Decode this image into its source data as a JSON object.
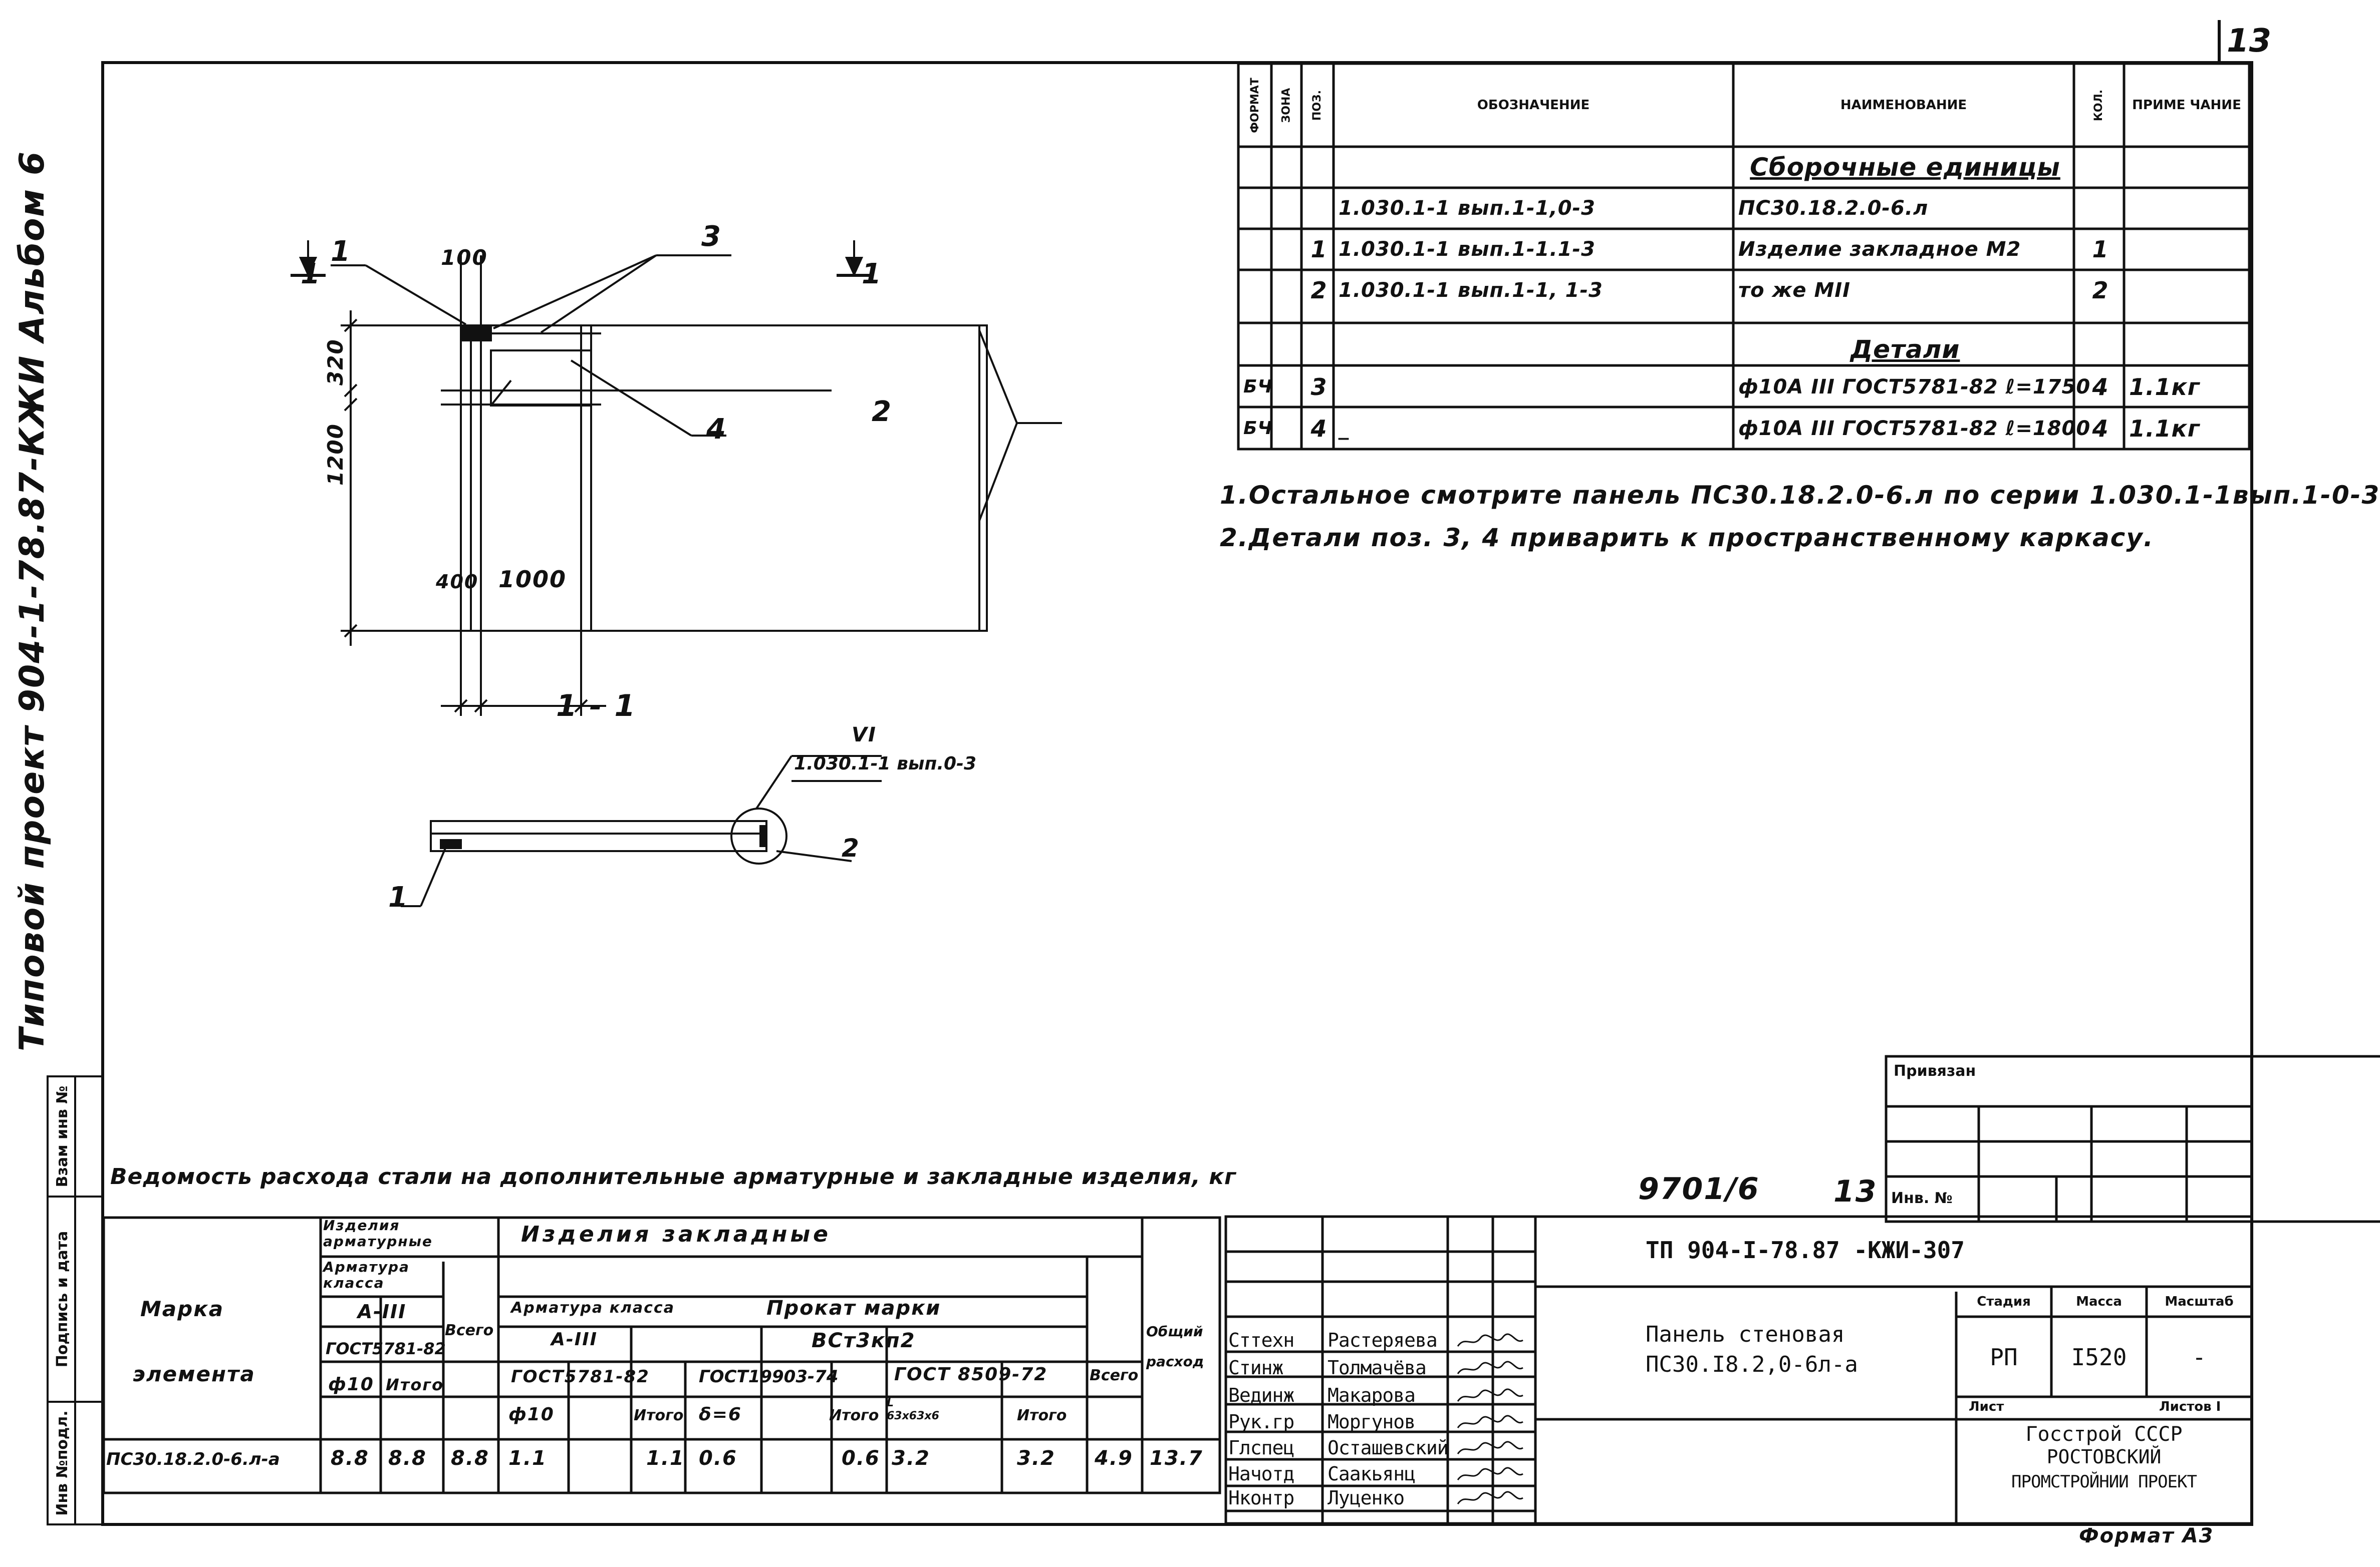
{
  "page_number": "13",
  "side_title": "Типовой проект 904-1-78.87-КЖИ Альбом 6",
  "side_stamp": [
    "Инв №подл.",
    "Подпись и дата",
    "Взам инв №"
  ],
  "spec_table": {
    "headers": {
      "format": "ФОРМАТ",
      "zone": "ЗОНА",
      "pos": "ПОЗ.",
      "designation": "ОБОЗНАЧЕНИЕ",
      "name": "НАИМЕНОВАНИЕ",
      "qty": "КОЛ.",
      "note": "ПРИМЕ ЧАНИЕ"
    },
    "rows": [
      {
        "format": "",
        "zone": "",
        "pos": "",
        "designation": "",
        "name": "Сборочные единицы",
        "qty": "",
        "note": ""
      },
      {
        "format": "",
        "zone": "",
        "pos": "",
        "designation": "1.030.1-1 вып.1-1,0-3",
        "name": "ПС30.18.2.0-6.л",
        "qty": "",
        "note": ""
      },
      {
        "format": "",
        "zone": "",
        "pos": "1",
        "designation": "1.030.1-1 вып.1-1.1-3",
        "name": "Изделие закладное М2",
        "qty": "1",
        "note": ""
      },
      {
        "format": "",
        "zone": "",
        "pos": "2",
        "designation": "1.030.1-1 вып.1-1, 1-3",
        "name": "то же МII",
        "qty": "2",
        "note": ""
      },
      {
        "format": "",
        "zone": "",
        "pos": "",
        "designation": "",
        "name": "Детали",
        "qty": "",
        "note": ""
      },
      {
        "format": "БЧ",
        "zone": "",
        "pos": "3",
        "designation": "",
        "name": "ф10А III ГОСТ5781-82 ℓ=1750",
        "qty": "4",
        "note": "1.1кг"
      },
      {
        "format": "БЧ",
        "zone": "",
        "pos": "4",
        "designation": "_",
        "name": "ф10А III ГОСТ5781-82 ℓ=1800",
        "qty": "4",
        "note": "1.1кг"
      }
    ]
  },
  "notes": [
    "1.Остальное смотрите панель ПС30.18.2.0-6.л по серии 1.030.1-1вып.1-0-3",
    "2.Детали поз. 3, 4 приварить к пространственному каркасу."
  ],
  "drawing": {
    "section_mark": "1",
    "leader_labels": [
      "1",
      "2",
      "3",
      "4"
    ],
    "dims": {
      "d100": "100",
      "d320": "320",
      "d1200": "1200",
      "d400": "400",
      "d1000": "1000"
    },
    "section_title": "1 - 1",
    "ref_top": "VI",
    "ref_bottom": "1.030.1-1 вып.0-3",
    "sec_label_1": "1",
    "sec_label_2": "2"
  },
  "steel": {
    "title": "Ведомость расхода стали на дополнительные арматурные и закладные изделия, кг",
    "marka": "Марка",
    "element": "элемента",
    "arm_izd": "Изделия арматурные",
    "arm_klassa": "Арматура класса",
    "a3": "А-III",
    "gost5781": "ГОСТ5781-82",
    "phi10": "ф10",
    "itogo": "Итого",
    "vsego": "Всего",
    "zakl": "Изделия закладные",
    "arm_klassa2": "Арматура класса",
    "prokat": "Прокат марки",
    "vst": "ВСт3кп2",
    "gost19903": "ГОСТ19903-74",
    "gost8509": "ГОСТ 8509-72",
    "b6": "δ=6",
    "angle": "L 63х63х6",
    "obshiy": "Общий расход",
    "row": {
      "mark": "ПС30.18.2.0-6.л-а",
      "a1": "8.8",
      "a2": "8.8",
      "a3": "8.8",
      "z1": "1.1",
      "z2": "1.1",
      "z3": "0.6",
      "z4": "0.6",
      "z5": "3.2",
      "z6": "3.2",
      "z7": "4.9",
      "total": "13.7"
    }
  },
  "stamp": {
    "order": "9701/6",
    "sheet_handwritten": "13",
    "privyazan": "Привязан",
    "inv": "Инв. №",
    "code": "ТП 904-I-78.87 -КЖИ-307",
    "title1": "Панель стеновая",
    "title2": "ПС30.I8.2,0-6л-а",
    "stage_h": "Стадия",
    "mass_h": "Масса",
    "scale_h": "Масштаб",
    "stage": "РП",
    "mass": "I520",
    "scale": "-",
    "sheet_h": "Лист",
    "sheets_h": "Листов I",
    "org1": "Госстрой СССР",
    "org2": "РОСТОВСКИЙ",
    "org3": "ПРОМСТРОЙНИИ ПРОЕКТ",
    "roles": [
      {
        "role": "Сттехн",
        "name": "Растеряева"
      },
      {
        "role": "Стинж",
        "name": "Толмачёва"
      },
      {
        "role": "Вединж",
        "name": "Макарова"
      },
      {
        "role": "Рук.гр",
        "name": "Моргунов"
      },
      {
        "role": "Глспец",
        "name": "Осташевский"
      },
      {
        "role": "Начотд",
        "name": "Саакьянц"
      },
      {
        "role": "Нконтр",
        "name": "Луценко"
      }
    ],
    "format": "Формат А3"
  }
}
